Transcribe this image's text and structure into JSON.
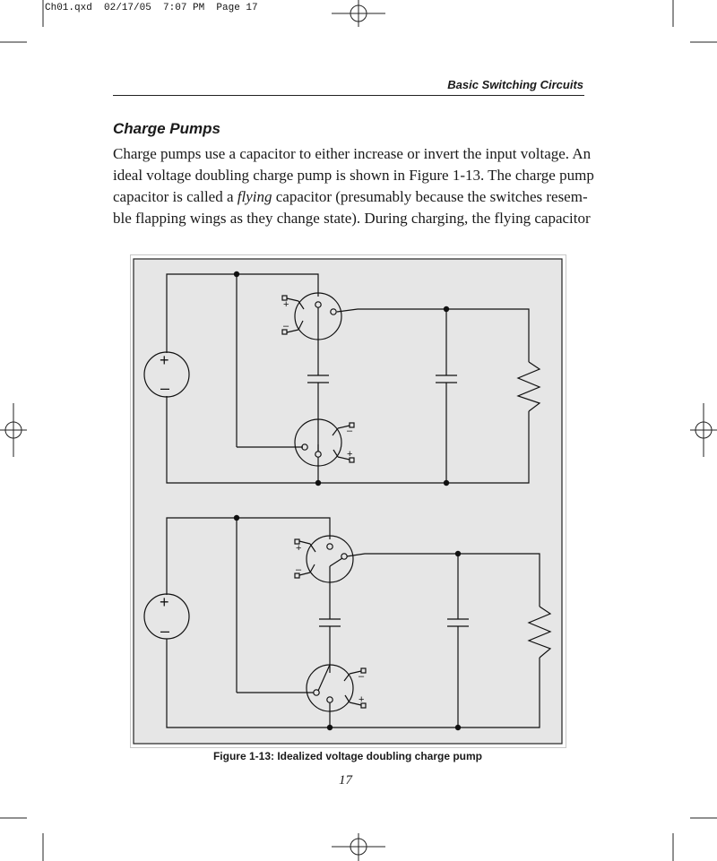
{
  "slug": "Ch01.qxd  02/17/05  7:07 PM  Page 17",
  "running_head": "Basic Switching Circuits",
  "section_title": "Charge Pumps",
  "paragraph_lines": [
    "Charge pumps use a capacitor to either increase or invert the input voltage. An",
    "ideal voltage doubling charge pump is shown in Figure 1-13. The charge pump",
    "capacitor is called a ",
    "ble flapping wings as they change state). During charging, the flying capacitor"
  ],
  "paragraph_italic": "flying",
  "paragraph_line3_rest": " capacitor (presumably because the switches resem-",
  "figure": {
    "plus_sign": "+",
    "minus_sign": "–"
  },
  "caption": "Figure 1-13: Idealized voltage doubling charge pump",
  "page_number": "17",
  "colors": {
    "figure_background": "#e6e6e6",
    "line": "#111111",
    "text": "#1a1a1a"
  }
}
